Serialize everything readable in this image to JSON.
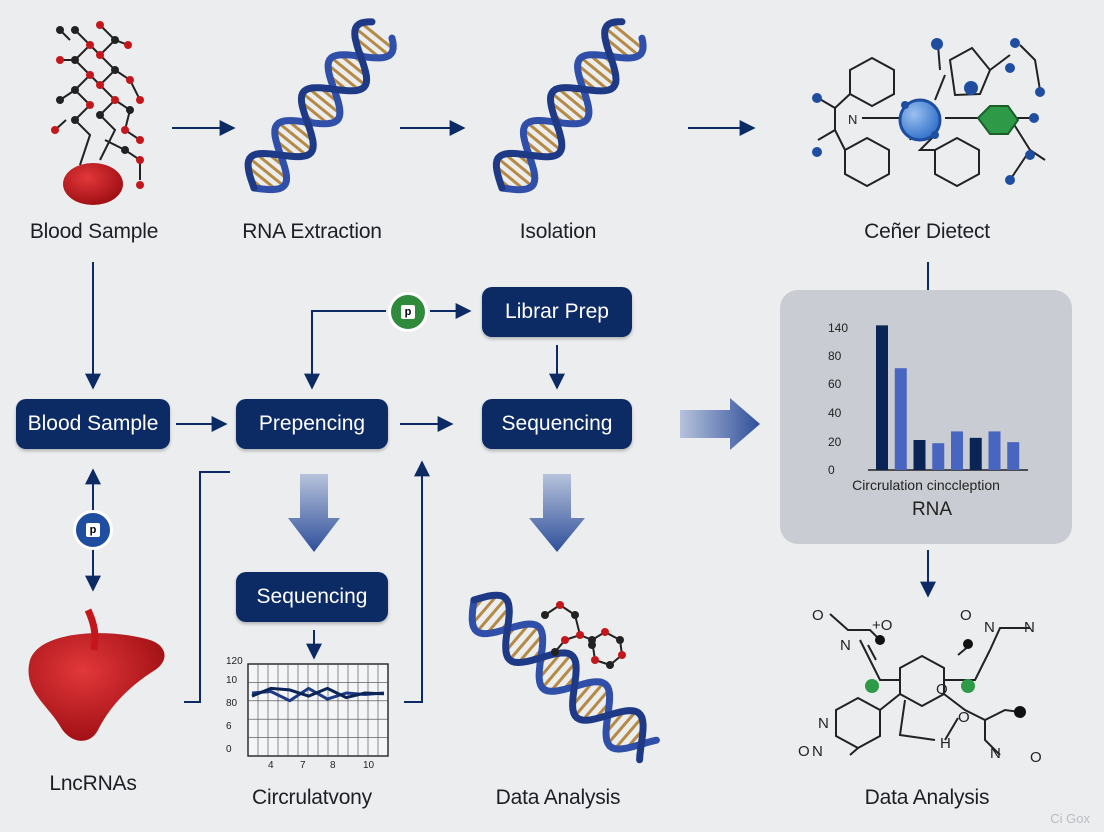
{
  "labels": {
    "blood_sample_top": "Blood Sample",
    "rna_extraction": "RNA Extraction",
    "isolation": "Isolation",
    "cancer_detect": "Ceñer Dietect",
    "lncrnas": "LncRNAs",
    "circulatory": "Circrulatvony",
    "data_analysis_center": "Data Analysis",
    "data_analysis_right": "Data Analysis"
  },
  "boxes": {
    "blood_sample": "Blood Sample",
    "prepencing": "Prepencing",
    "librar_prep": "Librar Prep",
    "sequencing_mid": "Sequencing",
    "sequencing_low": "Sequencing"
  },
  "badges": {
    "green": "p",
    "blue": "p"
  },
  "chart_data": [
    {
      "type": "bar",
      "title": "",
      "xlabel": "Circrulation cinccleption",
      "sublabel": "RNA",
      "ylabel": "",
      "y_ticks": [
        "140",
        "80",
        "60",
        "40",
        "20",
        "0"
      ],
      "values": [
        135,
        95,
        28,
        25,
        36,
        30,
        36,
        26
      ],
      "colors": [
        "#0b2456",
        "#4865c0",
        "#0b2456",
        "#4865c0",
        "#4865c0",
        "#0b2456",
        "#4865c0",
        "#4865c0"
      ],
      "ylim": [
        0,
        140
      ]
    },
    {
      "type": "line",
      "title": "",
      "y_ticks": [
        "120",
        "10",
        "80",
        "6",
        "0"
      ],
      "x_ticks": [
        "4",
        "7",
        "8",
        "10"
      ],
      "series": [
        {
          "values": [
            90,
            92,
            80,
            96,
            82,
            90,
            88,
            90
          ],
          "color": "#1e3a86"
        },
        {
          "values": [
            86,
            96,
            94,
            86,
            96,
            84,
            90,
            89
          ],
          "color": "#0b2456"
        }
      ],
      "grid": true
    }
  ],
  "watermark": "Ci Gox",
  "colors": {
    "navy": "#0c2a63",
    "green_badge": "#2f8a3c",
    "blue_badge": "#1f4ea0",
    "dna_blue": "#2f4fa8",
    "rung_tan": "#b58a45",
    "blood_red": "#c4171c"
  }
}
